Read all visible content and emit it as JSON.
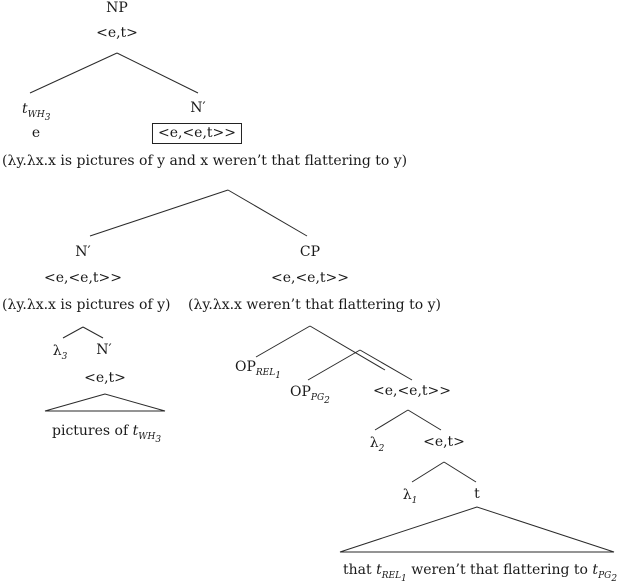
{
  "tree": {
    "root": {
      "cat": "NP",
      "type": "<e,t>"
    },
    "trace_wh": {
      "base": "t",
      "sub": "WH",
      "subsub": "3",
      "type": "e"
    },
    "n_top": {
      "cat": "N′",
      "type": "<e,<e,t>>",
      "gloss": "(λy.λx.x is pictures of y and x weren’t that flattering to y)"
    },
    "n_mid": {
      "cat": "N′",
      "type": "<e,<e,t>>",
      "gloss": "(λy.λx.x is pictures of y)"
    },
    "cp": {
      "cat": "CP",
      "type": "<e,<e,t>>",
      "gloss": "(λy.λx.x weren’t that flattering to y)"
    },
    "lambda3": {
      "base": "λ",
      "sub": "3"
    },
    "n_low": {
      "cat": "N′",
      "type": "<e,t>"
    },
    "pictures": {
      "text": "pictures of ",
      "trace_base": "t",
      "trace_sub": "WH",
      "trace_subsub": "3"
    },
    "op_rel": {
      "base": "OP",
      "sub": "REL",
      "subsub": "1"
    },
    "op_pg": {
      "base": "OP",
      "sub": "PG",
      "subsub": "2"
    },
    "inner_type": {
      "type": "<e,<e,t>>"
    },
    "lambda2": {
      "base": "λ",
      "sub": "2"
    },
    "et_lower": {
      "type": "<e,t>"
    },
    "lambda1": {
      "base": "λ",
      "sub": "1"
    },
    "t_node": {
      "cat": "t"
    },
    "clause": {
      "pre": "that ",
      "t1_base": "t",
      "t1_sub": "REL",
      "t1_subsub": "1",
      "mid": " weren’t that flattering to ",
      "t2_base": "t",
      "t2_sub": "PG",
      "t2_subsub": "2"
    }
  }
}
